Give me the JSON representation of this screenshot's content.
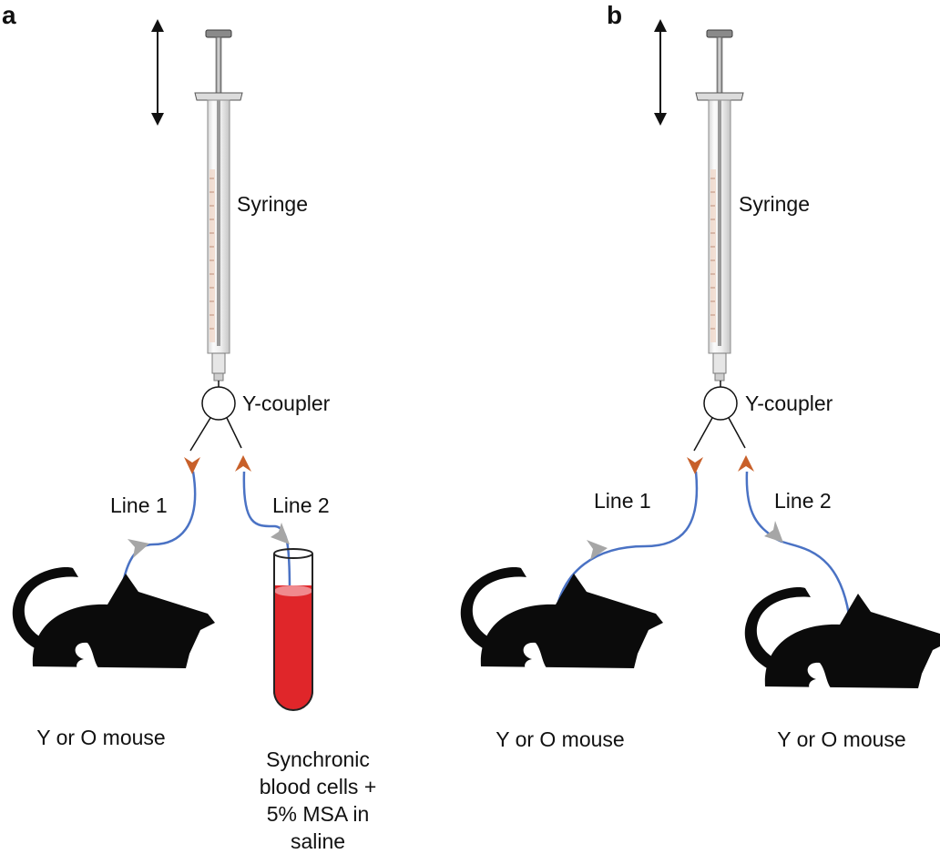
{
  "panels": [
    {
      "letter": "a",
      "syringe_label": "Syringe",
      "coupler_label": "Y-coupler",
      "line1_label": "Line 1",
      "line2_label": "Line 2",
      "left_subject_label": "Y or O mouse",
      "right_subject_label_lines": [
        "Synchronic",
        "blood cells +",
        "5% MSA in",
        "saline"
      ]
    },
    {
      "letter": "b",
      "syringe_label": "Syringe",
      "coupler_label": "Y-coupler",
      "line1_label": "Line 1",
      "line2_label": "Line 2",
      "left_subject_label": "Y or O mouse",
      "right_subject_label_lines": [
        "Y or O mouse"
      ]
    }
  ],
  "colors": {
    "tubing": "#4a72c4",
    "valve_arrow": "#c8602a",
    "flow_arrow": "#a6a6a6",
    "blood": "#e0262a",
    "mouse": "#0b0b0b"
  }
}
